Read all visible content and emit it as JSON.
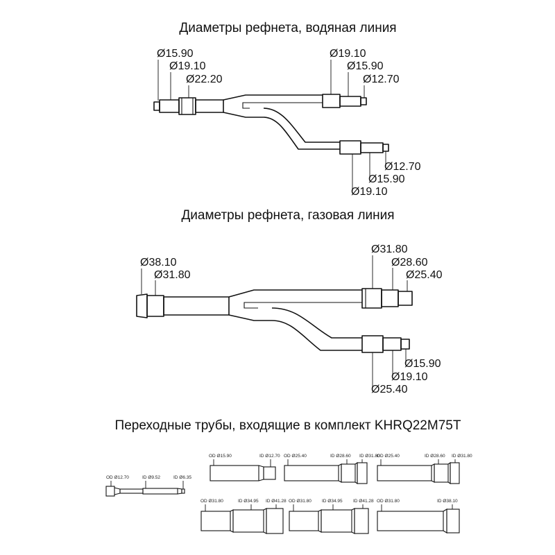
{
  "liquid": {
    "title": "Диаметры рефнета, водяная линия",
    "inlet": [
      "Ø15.90",
      "Ø19.10",
      "Ø22.20"
    ],
    "upper": [
      "Ø19.10",
      "Ø15.90",
      "Ø12.70"
    ],
    "lower": [
      "Ø12.70",
      "Ø15.90",
      "Ø19.10"
    ]
  },
  "gas": {
    "title": "Диаметры рефнета, газовая линия",
    "inlet": [
      "Ø38.10",
      "Ø31.80"
    ],
    "upper": [
      "Ø31.80",
      "Ø28.60",
      "Ø25.40"
    ],
    "lower": [
      "Ø15.90",
      "Ø19.10",
      "Ø25.40"
    ]
  },
  "kit": {
    "title": "Переходные трубы, входящие в комплект KHRQ22M75T",
    "pipes": [
      {
        "labels": [
          "OD Ø12.70",
          "ID Ø9.52",
          "ID Ø6.35"
        ]
      },
      {
        "labels": [
          "OD Ø15.90",
          "ID Ø12.70"
        ]
      },
      {
        "labels": [
          "OD Ø25.40",
          "ID Ø28.60",
          "ID Ø31.80"
        ]
      },
      {
        "labels": [
          "OD Ø25.40",
          "ID Ø28.60",
          "ID Ø31.80"
        ]
      },
      {
        "labels": [
          "OD Ø31.80",
          "ID Ø34.95",
          "ID Ø41.28"
        ]
      },
      {
        "labels": [
          "OD Ø31.80",
          "ID Ø34.95",
          "ID Ø41.28"
        ]
      },
      {
        "labels": [
          "OD Ø31.80",
          "ID Ø38.10"
        ]
      }
    ]
  }
}
